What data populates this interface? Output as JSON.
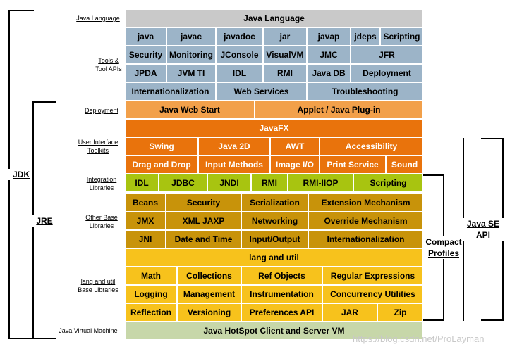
{
  "side_labels": {
    "java_language": "Java Language",
    "tools_apis": [
      "Tools &",
      "Tool APIs"
    ],
    "deployment": "Deployment",
    "ui_toolkits": [
      "User Interface",
      "Toolkits"
    ],
    "integration": [
      "Integration",
      "Libraries"
    ],
    "other_base": [
      "Other Base",
      "Libraries"
    ],
    "lang_util_base": [
      "lang and util",
      "Base Libraries"
    ],
    "jvm": "Java Virtual Machine"
  },
  "rows": {
    "java_language": "Java Language",
    "tools_1": [
      "java",
      "javac",
      "javadoc",
      "jar",
      "javap",
      "jdeps",
      "Scripting"
    ],
    "tools_2": [
      "Security",
      "Monitoring",
      "JConsole",
      "VisualVM",
      "JMC",
      "JFR"
    ],
    "tools_3": [
      "JPDA",
      "JVM TI",
      "IDL",
      "RMI",
      "Java DB",
      "Deployment"
    ],
    "tools_4": [
      "Internationalization",
      "Web Services",
      "Troubleshooting"
    ],
    "deployment": [
      "Java Web Start",
      "Applet / Java Plug-in"
    ],
    "javafx": "JavaFX",
    "ui_1": [
      "Swing",
      "Java 2D",
      "AWT",
      "Accessibility"
    ],
    "ui_2": [
      "Drag and Drop",
      "Input Methods",
      "Image I/O",
      "Print Service",
      "Sound"
    ],
    "integration": [
      "IDL",
      "JDBC",
      "JNDI",
      "RMI",
      "RMI-IIOP",
      "Scripting"
    ],
    "other_1": [
      "Beans",
      "Security",
      "Serialization",
      "Extension Mechanism"
    ],
    "other_2": [
      "JMX",
      "XML JAXP",
      "Networking",
      "Override Mechanism"
    ],
    "other_3": [
      "JNI",
      "Date and Time",
      "Input/Output",
      "Internationalization"
    ],
    "lang_util": "lang and util",
    "lu_1": [
      "Math",
      "Collections",
      "Ref Objects",
      "Regular Expressions"
    ],
    "lu_2": [
      "Logging",
      "Management",
      "Instrumentation",
      "Concurrency Utilities"
    ],
    "lu_3": [
      "Reflection",
      "Versioning",
      "Preferences API",
      "JAR",
      "Zip"
    ],
    "jvm": "Java HotSpot Client and Server VM"
  },
  "brackets": {
    "jdk": "JDK",
    "jre": "JRE",
    "compact": [
      "Compact",
      "Profiles"
    ],
    "java_se_api": [
      "Java SE",
      "API"
    ]
  },
  "watermark": "https://blog.csdn.net/ProLayman",
  "colors": {
    "tools": "#9cb4c8",
    "language": "#c9c9c9",
    "deployment": "#f2a04a",
    "ui": "#e9730c",
    "integration": "#a8c410",
    "other_base": "#c8930a",
    "lang_util": "#f7c21c",
    "jvm": "#c7d7a9"
  }
}
